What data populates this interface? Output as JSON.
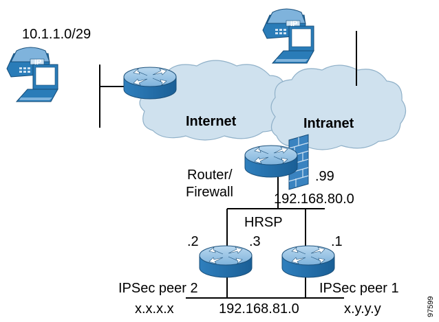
{
  "labels": {
    "subnet_top_left": "10.1.1.0/29",
    "internet": "Internet",
    "intranet": "Intranet",
    "router_firewall_line1": "Router/",
    "router_firewall_line2": "Firewall",
    "firewall_host": ".99",
    "lan_upper": "192.168.80.0",
    "hrsp": "HRSP",
    "peer2_host": ".2",
    "virtual_host": ".3",
    "peer1_host": ".1",
    "peer2_name": "IPSec peer 2",
    "peer1_name": "IPSec peer 1",
    "addr_left": "x.x.x.x",
    "lan_lower": "192.168.81.0",
    "addr_right": "x.y.y.y",
    "figure_id": "97599"
  },
  "ip_phone_label": "IP",
  "colors": {
    "cloud_fill": "#cfe1ee",
    "device_blue": "#2a7cb8",
    "device_light": "#9cc5e4",
    "firewall_blue": "#3a83c0",
    "line": "#000000"
  },
  "icons": [
    "ip-phone-icon",
    "laptop-icon",
    "router-icon",
    "firewall-icon",
    "cloud-icon"
  ]
}
